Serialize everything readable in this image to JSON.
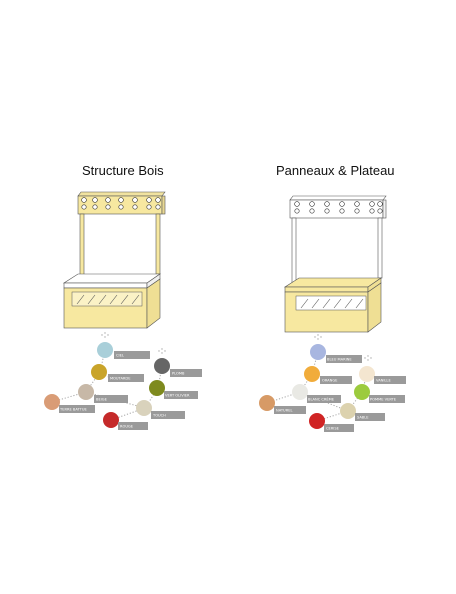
{
  "panels": [
    {
      "title": "Structure Bois",
      "swatches": [
        {
          "label": "CIEL",
          "color": "#a9cfd9"
        },
        {
          "label": "MOUTARDE",
          "color": "#c9a42a"
        },
        {
          "label": "PLOMB",
          "color": "#666666"
        },
        {
          "label": "BEIGE",
          "color": "#c7b8a7"
        },
        {
          "label": "VERT OLIVIER",
          "color": "#7e8a1e"
        },
        {
          "label": "TERRE BATTUE",
          "color": "#d99c76"
        },
        {
          "label": "TOUCH",
          "color": "#d9d2bc"
        },
        {
          "label": "ROUGE",
          "color": "#c52a2a"
        }
      ]
    },
    {
      "title": "Panneaux & Plateau",
      "swatches": [
        {
          "label": "BLEU MARINE",
          "color": "#a8b6e0"
        },
        {
          "label": "ORANGE",
          "color": "#f1ac3b"
        },
        {
          "label": "VANILLE",
          "color": "#f4e6d0"
        },
        {
          "label": "BLANC CRÈME",
          "color": "#e9e9e4"
        },
        {
          "label": "POMME VERTE",
          "color": "#9ccb3e"
        },
        {
          "label": "NATUREL",
          "color": "#d79a66"
        },
        {
          "label": "SABLE",
          "color": "#dcd2ae"
        },
        {
          "label": "CERISE",
          "color": "#d02424"
        }
      ]
    }
  ],
  "colors": {
    "wood_fill": "#f7e8a0",
    "wood_stroke": "#5a5a5a",
    "white_fill": "#ffffff",
    "label_bg": "#9a9a9a",
    "dot": "#999999"
  }
}
